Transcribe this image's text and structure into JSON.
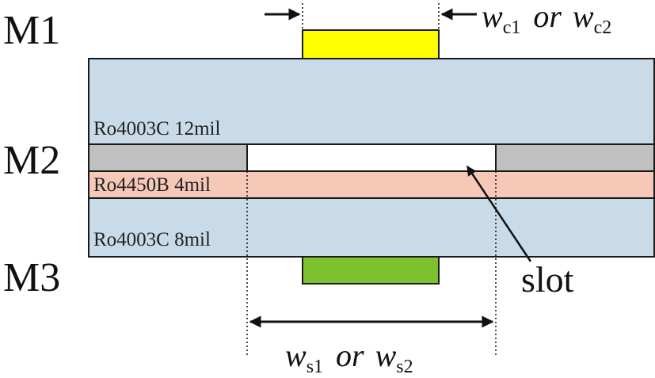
{
  "metal_labels": {
    "m1": "M1",
    "m2": "M2",
    "m3": "M3"
  },
  "layers": {
    "top_substrate": "Ro4003C 12mil",
    "bond_film": "Ro4450B 4mil",
    "bottom_substrate": "Ro4003C 8mil"
  },
  "annotations": {
    "slot": "slot",
    "conductor_width": {
      "var1": "w",
      "sub1": "c1",
      "joiner": "or",
      "var2": "w",
      "sub2": "c2"
    },
    "slot_width": {
      "var1": "w",
      "sub1": "s1",
      "joiner": "or",
      "var2": "w",
      "sub2": "s2"
    }
  },
  "colors": {
    "substrate": "#c9dbe9",
    "bond_film": "#f6c8b8",
    "ground_plane": "#c0c0c0",
    "top_conductor": "#ffff00",
    "bottom_conductor": "#7cc22e",
    "outline": "#1a1a1a"
  }
}
